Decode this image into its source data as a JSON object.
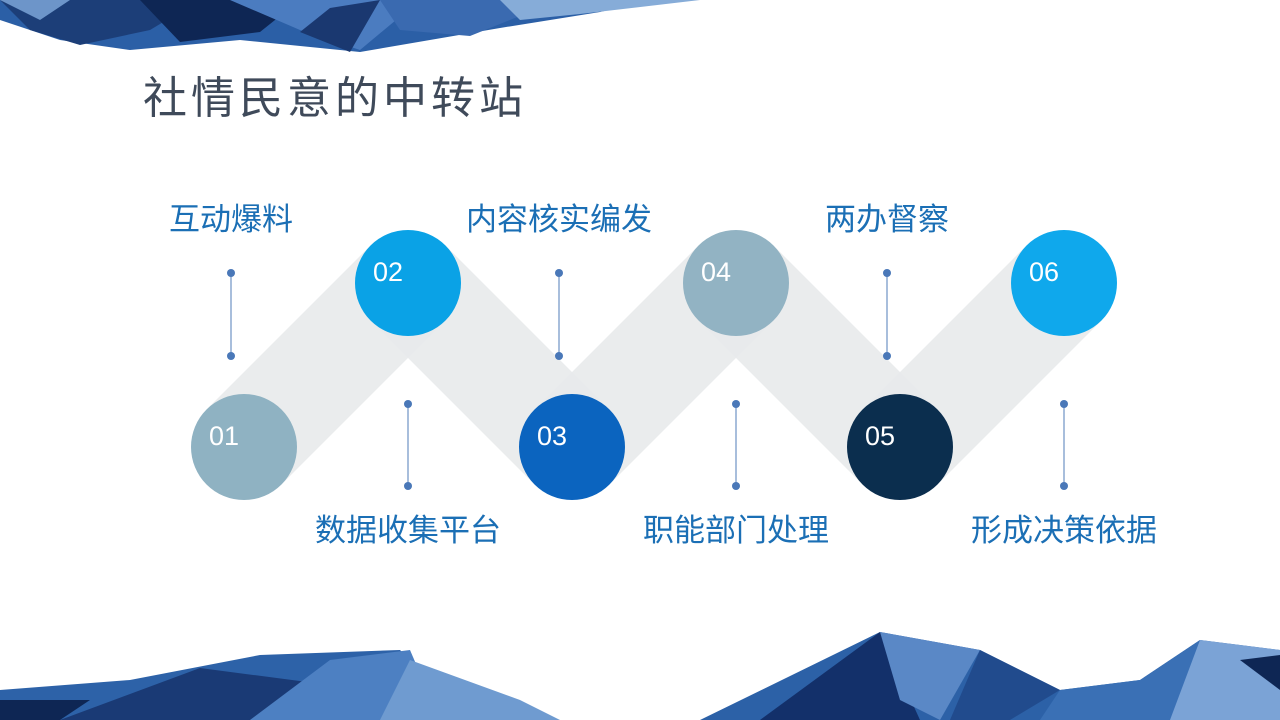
{
  "slide": {
    "title": "社情民意的中转站"
  },
  "steps": [
    {
      "number": "01",
      "label": "互动爆料",
      "color": "#8fb2c2",
      "row": "bottom",
      "label_side": "top"
    },
    {
      "number": "02",
      "label": "数据收集平台",
      "color": "#0aa2e6",
      "row": "top",
      "label_side": "bottom"
    },
    {
      "number": "03",
      "label": "内容核实编发",
      "color": "#0b64bf",
      "row": "bottom",
      "label_side": "top"
    },
    {
      "number": "04",
      "label": "职能部门处理",
      "color": "#92b3c3",
      "row": "top",
      "label_side": "bottom"
    },
    {
      "number": "05",
      "label": "两办督察",
      "color": "#0b2e4e",
      "row": "bottom",
      "label_side": "top"
    },
    {
      "number": "06",
      "label": "形成决策依据",
      "color": "#0fa8ec",
      "row": "top",
      "label_side": "bottom"
    }
  ],
  "colors": {
    "connector_band": "#e8eaec",
    "leader_line": "#8aa9d1",
    "leader_dot": "#4a78b8",
    "label_text": "#1b6fb5",
    "title_text": "#3f4a5a"
  }
}
